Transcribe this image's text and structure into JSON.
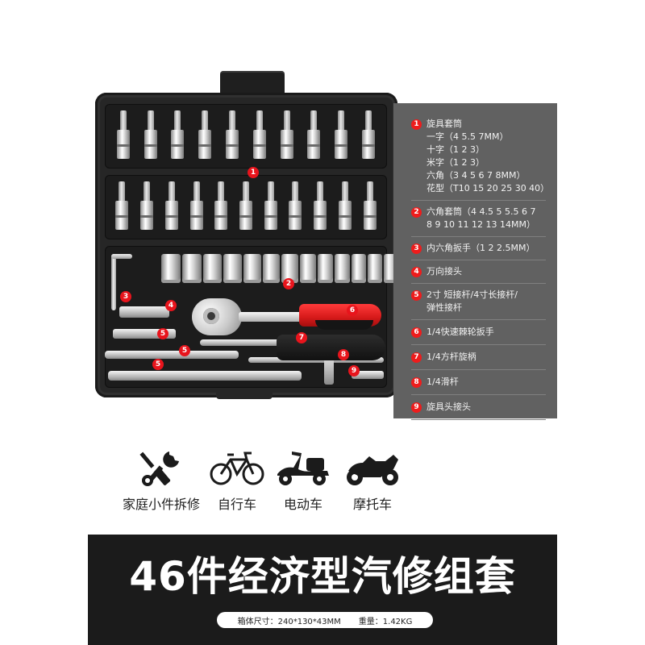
{
  "case_image": {
    "markers": [
      "1",
      "2",
      "3",
      "4",
      "5",
      "5",
      "5",
      "6",
      "7",
      "8",
      "9"
    ],
    "top_bit_count": 10,
    "mid_bit_count": 11,
    "socket_count": 13
  },
  "legend": {
    "items": [
      {
        "num": "1",
        "title": "旋具套筒",
        "lines": [
          "一字（4 5.5 7MM）",
          "十字（1 2 3）",
          "米字（1 2 3）",
          "六角（3 4 5 6 7 8MM）",
          "花型（T10 15 20 25 30 40）"
        ]
      },
      {
        "num": "2",
        "title": "六角套筒（4 4.5 5 5.5 6 7",
        "lines": [
          "8 9 10 11 12 13 14MM）"
        ]
      },
      {
        "num": "3",
        "title": "内六角扳手（1 2 2.5MM）",
        "lines": []
      },
      {
        "num": "4",
        "title": "万向接头",
        "lines": []
      },
      {
        "num": "5",
        "title": "2寸 短接杆/4寸长接杆/",
        "lines": [
          "弹性接杆"
        ]
      },
      {
        "num": "6",
        "title": "1/4快速棘轮扳手",
        "lines": []
      },
      {
        "num": "7",
        "title": "1/4方杆旋柄",
        "lines": []
      },
      {
        "num": "8",
        "title": "1/4滑杆",
        "lines": []
      },
      {
        "num": "9",
        "title": "旋具头接头",
        "lines": []
      }
    ],
    "colors": {
      "panel": "#616161",
      "badge": "#ee1c1c",
      "text": "#f2f2f2"
    }
  },
  "usage": {
    "items": [
      {
        "icon": "tools-icon",
        "label": "家庭小件拆修"
      },
      {
        "icon": "bicycle-icon",
        "label": "自行车"
      },
      {
        "icon": "scooter-icon",
        "label": "电动车"
      },
      {
        "icon": "motorcycle-icon",
        "label": "摩托车"
      }
    ]
  },
  "banner": {
    "title": "46件经济型汽修组套",
    "size_label": "箱体尺寸：240*130*43MM",
    "weight_label": "重量：1.42KG",
    "colors": {
      "background": "#1b1b1b",
      "title": "#ffffff"
    }
  }
}
